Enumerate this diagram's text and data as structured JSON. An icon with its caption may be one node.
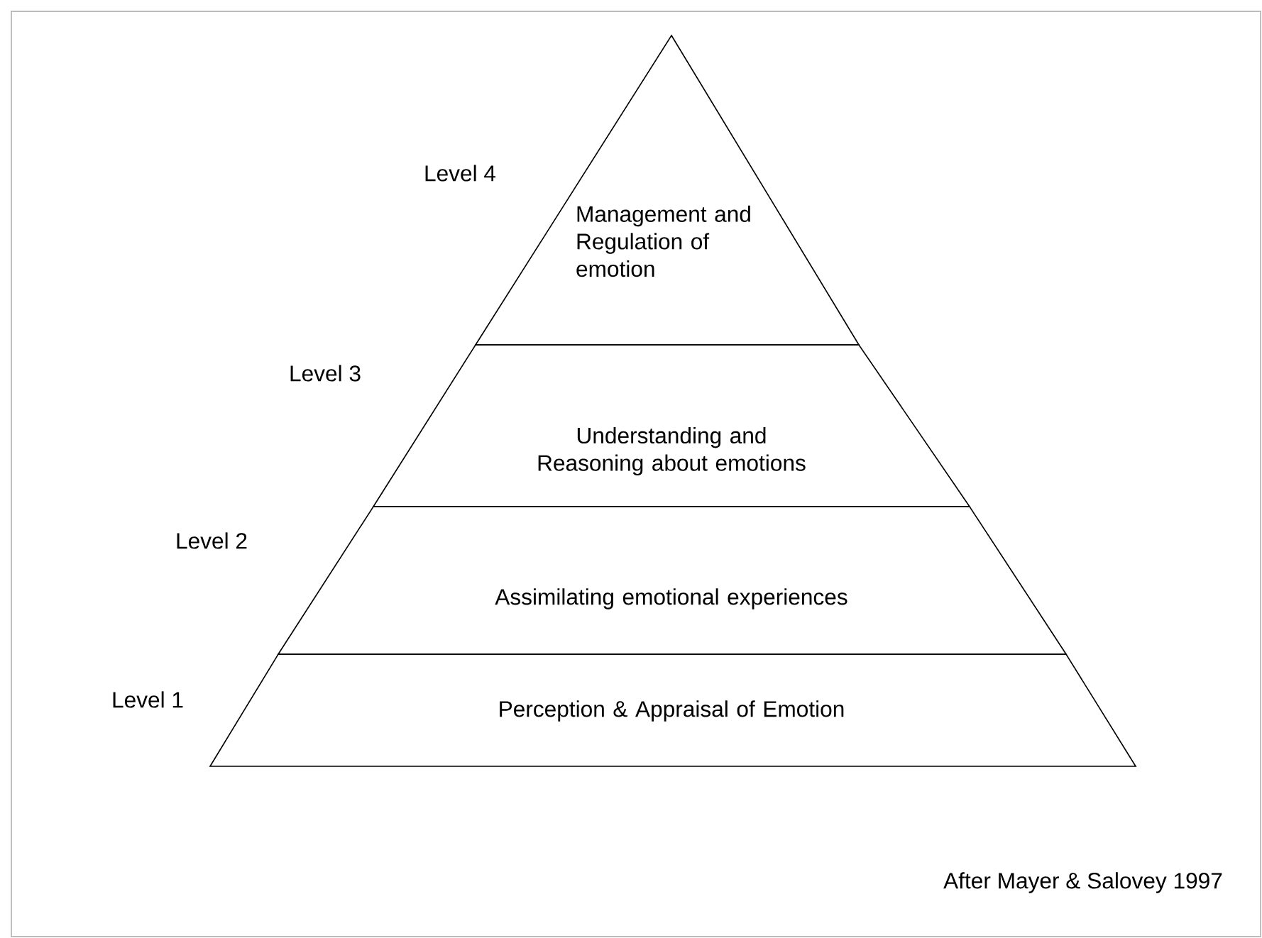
{
  "diagram": {
    "caption": "After Mayer & Salovey 1997",
    "nodes": [
      {
        "text": [
          "Management and Regulation of emotion"
        ],
        "beside": [
          "Level 4"
        ]
      },
      {
        "text": [
          "Understanding and Reasoning about emotions"
        ],
        "beside": [
          "Level 3"
        ]
      },
      {
        "text": [
          "Assimilating emotional experiences"
        ],
        "beside": [
          "Level 2"
        ]
      },
      {
        "text": [
          "Perception & Appraisal of Emotion"
        ],
        "beside": [
          "Level 1"
        ]
      }
    ]
  }
}
